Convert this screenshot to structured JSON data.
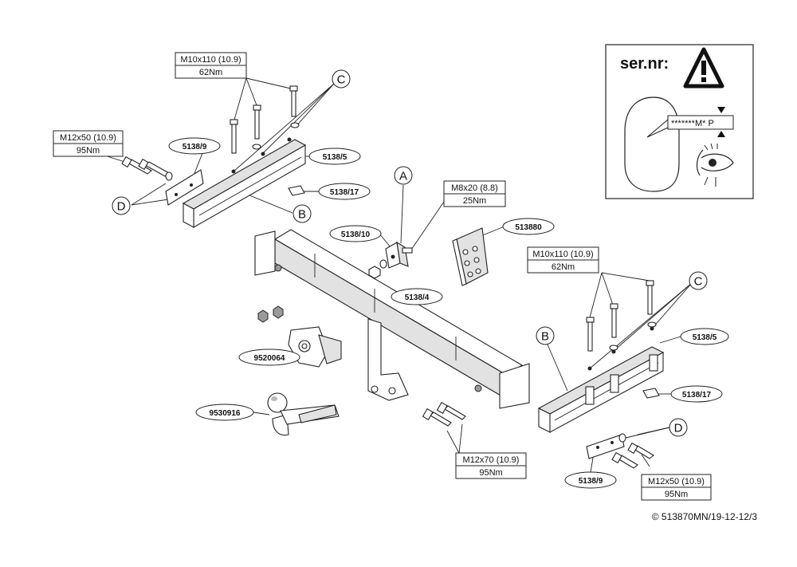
{
  "specs": {
    "m10_left": {
      "size": "M10x110 (10.9)",
      "torque": "62Nm"
    },
    "m12_left": {
      "size": "M12x50 (10.9)",
      "torque": "95Nm"
    },
    "m8": {
      "size": "M8x20 (8.8)",
      "torque": "25Nm"
    },
    "m10_right": {
      "size": "M10x110 (10.9)",
      "torque": "62Nm"
    },
    "m12_70": {
      "size": "M12x70 (10.9)",
      "torque": "95Nm"
    },
    "m12_right": {
      "size": "M12x50 (10.9)",
      "torque": "95Nm"
    }
  },
  "parts": {
    "p5138_9_left": "5138/9",
    "p5138_5_left": "5138/5",
    "p5138_17_left": "5138/17",
    "p5138_10": "5138/10",
    "p513880": "513880",
    "p5138_4": "5138/4",
    "p9520064": "9520064",
    "p9530916": "9530916",
    "p5138_5_right": "5138/5",
    "p5138_17_right": "5138/17",
    "p5138_9_right": "5138/9"
  },
  "letters": {
    "a": "A",
    "b_left": "B",
    "c_left": "C",
    "d_left": "D",
    "b_right": "B",
    "c_right": "C",
    "d_right": "D"
  },
  "serial": {
    "title": "ser.nr:",
    "code": "*******M* P",
    "icons": [
      "warning-triangle-icon",
      "eye-icon"
    ]
  },
  "footer": {
    "copyright": "© 513870MN/19-12-12/3"
  }
}
